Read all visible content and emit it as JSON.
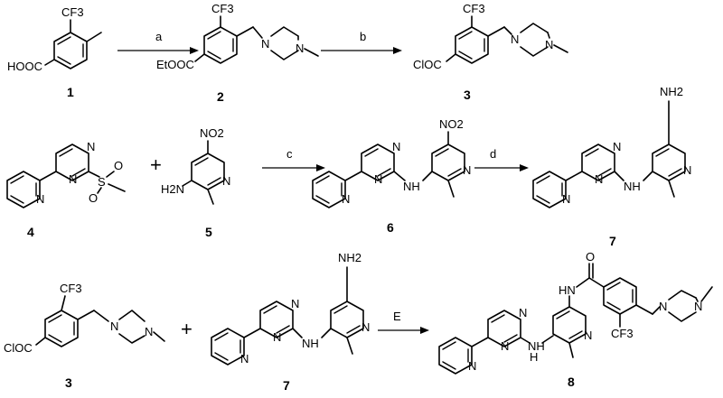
{
  "atoms": {
    "cf3": "CF3",
    "hooc": "HOOC",
    "etooc": "EtOOC",
    "cloc": "ClOC",
    "n": "N",
    "s": "S",
    "o": "O",
    "no2": "NO2",
    "nh2": "NH2",
    "h2n": "H2N",
    "nh": "NH",
    "hn": "HN",
    "h": "H"
  },
  "compounds": [
    "1",
    "2",
    "3",
    "4",
    "5",
    "6",
    "7",
    "3",
    "7",
    "8"
  ],
  "conditions": {
    "a": "a",
    "b": "b",
    "c": "c",
    "d": "d",
    "e": "E"
  },
  "plus": "+"
}
